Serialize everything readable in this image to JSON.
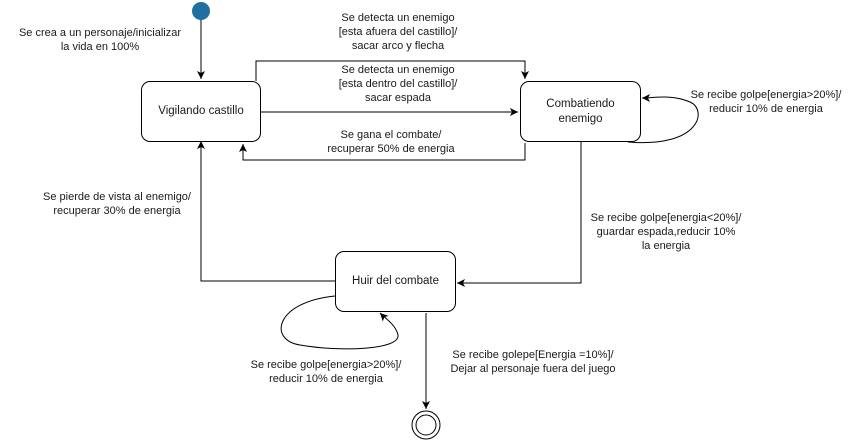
{
  "states": {
    "vigilando": "Vigilando castillo",
    "combatiendo": "Combatiendo\nenemigo",
    "huir": "Huir del combate"
  },
  "labels": {
    "initial": "Se crea a un personaje/inicializar\nla vida en 100%",
    "outside_castle": "Se detecta un enemigo\n[esta afuera del castillo]/\nsacar arco y flecha",
    "inside_castle": "Se detecta un enemigo\n[esta dentro del castillo]/\nsacar espada",
    "win_combat": "Se gana el combate/\nrecuperar 50% de energia",
    "hit_self_combat": "Se recibe golpe[energia>20%]/\nreducir 10% de energia",
    "hit_low_energy": "Se recibe golpe[energia<20%]/\nguardar espada,reducir 10%\nla energia",
    "lose_sight": "Se pierde de vista al enemigo/\nrecuperar 30% de energia",
    "hit_self_flee": "Se recibe golpe[energia>20%]/\nreducir 10% de energia",
    "final_hit": "Se recibe golepe[Energia =10%]/\nDejar al personaje fuera del juego"
  },
  "colors": {
    "initial_node": "#1f6fa0",
    "line": "#000000"
  }
}
